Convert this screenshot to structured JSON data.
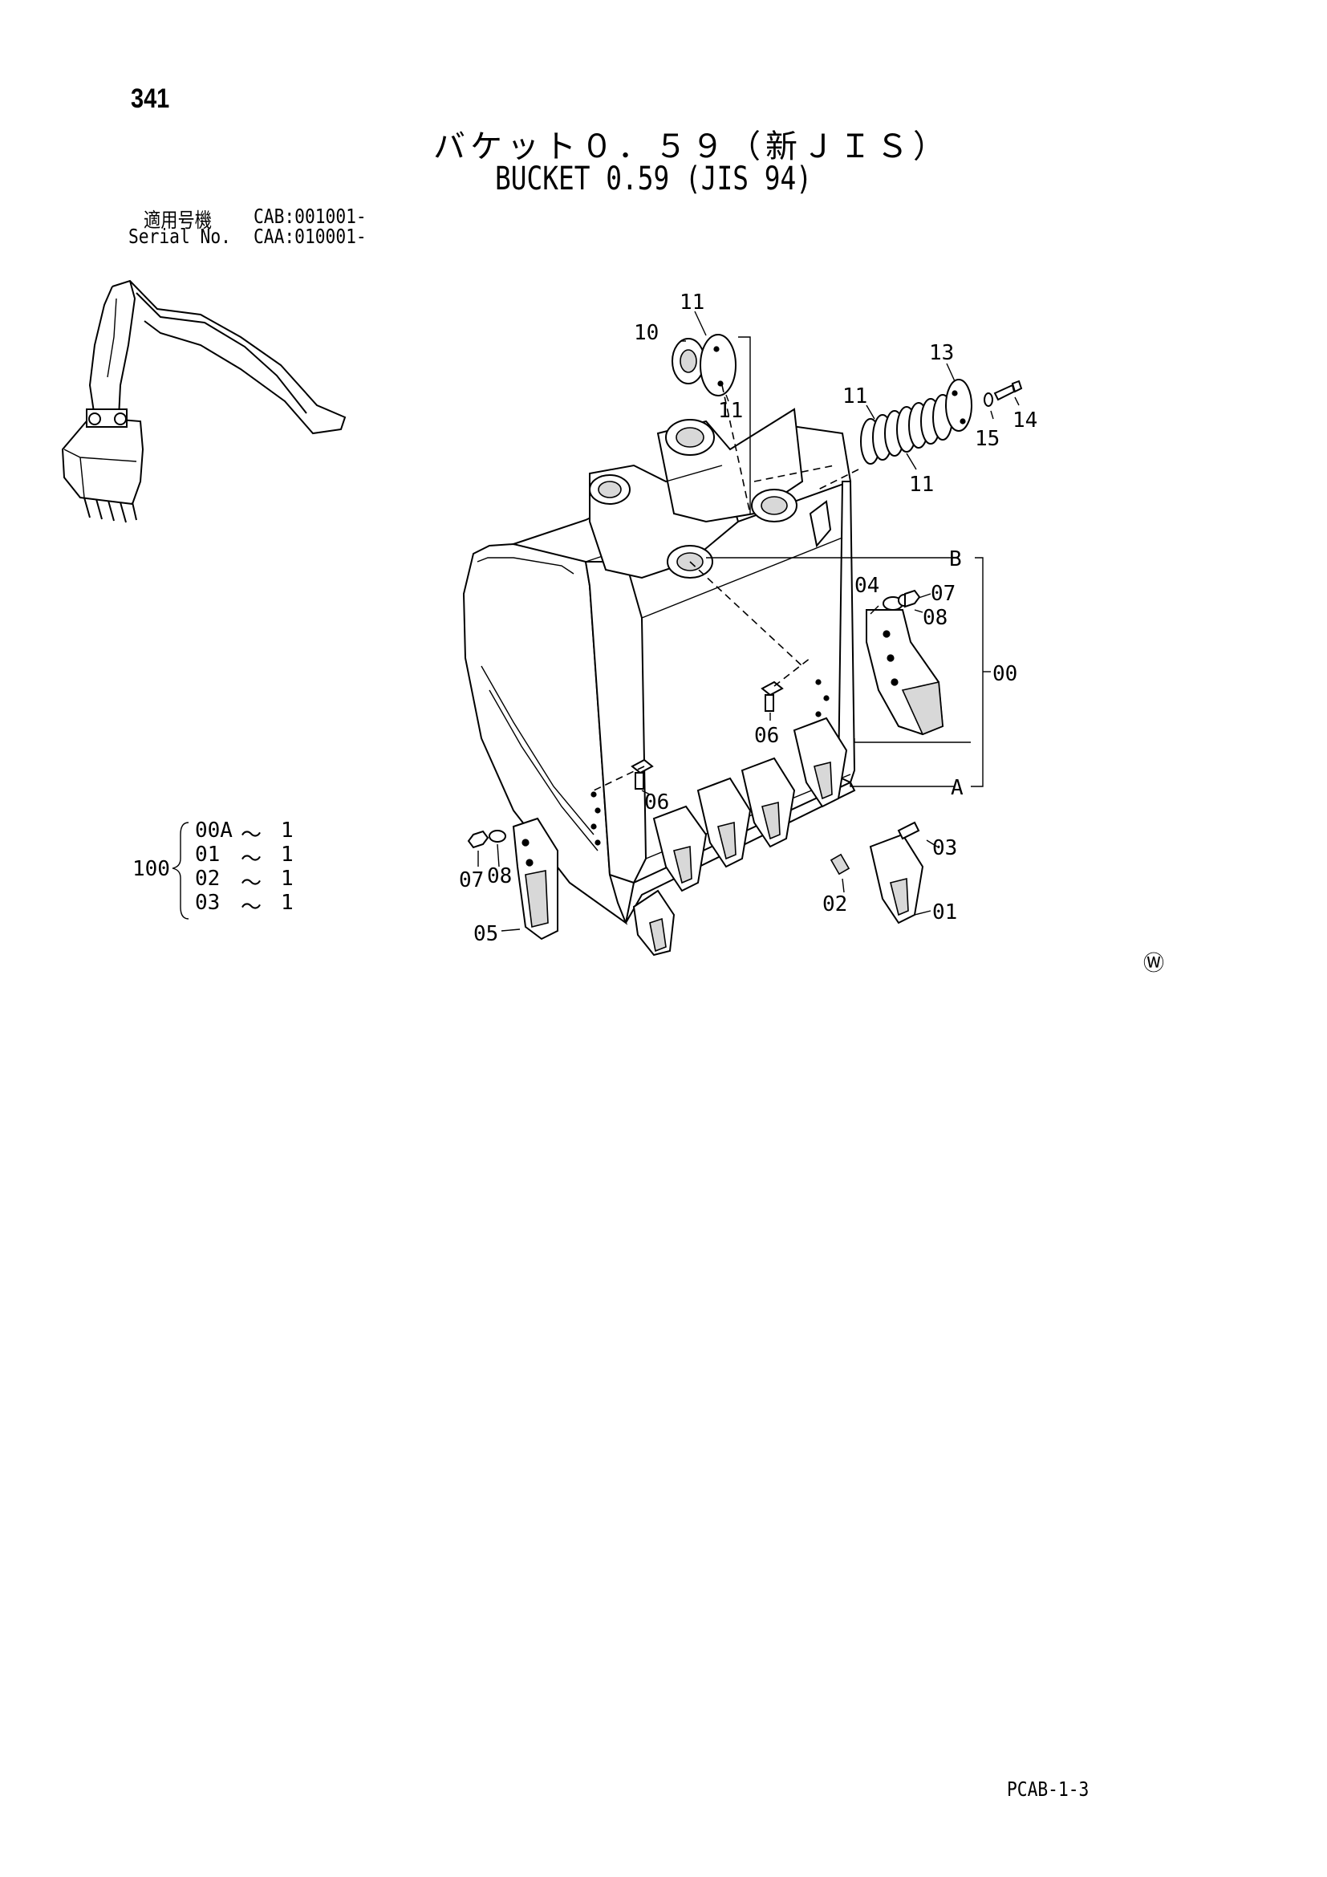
{
  "header": {
    "page_number": "341",
    "title_jp": "バケット０．５９（新ＪＩＳ）",
    "title_en": "BUCKET 0.59 (JIS 94)"
  },
  "serial": {
    "jp_label": "適用号機",
    "jp_value": "CAB:001001-",
    "en_label": "Serial No.",
    "en_value": "CAA:010001-"
  },
  "bom": {
    "parent": "100",
    "rows": [
      {
        "from": "00A",
        "sep": "～",
        "to": "1"
      },
      {
        "from": "01",
        "sep": "～",
        "to": "1"
      },
      {
        "from": "02",
        "sep": "～",
        "to": "1"
      },
      {
        "from": "03",
        "sep": "～",
        "to": "1"
      }
    ]
  },
  "callouts": {
    "c11a": "11",
    "c10": "10",
    "c11b": "11",
    "c13": "13",
    "c14": "14",
    "c15": "15",
    "c11c": "11",
    "c11d": "11",
    "cB": "B",
    "c04": "04",
    "c07a": "07",
    "c08a": "08",
    "c00": "00",
    "c06a": "06",
    "c06b": "06",
    "cA": "A",
    "c03": "03",
    "c02": "02",
    "c01": "01",
    "c07b": "07",
    "c08b": "08",
    "c05": "05"
  },
  "footer": {
    "mark": "Ⓦ",
    "code": "PCAB-1-3"
  }
}
